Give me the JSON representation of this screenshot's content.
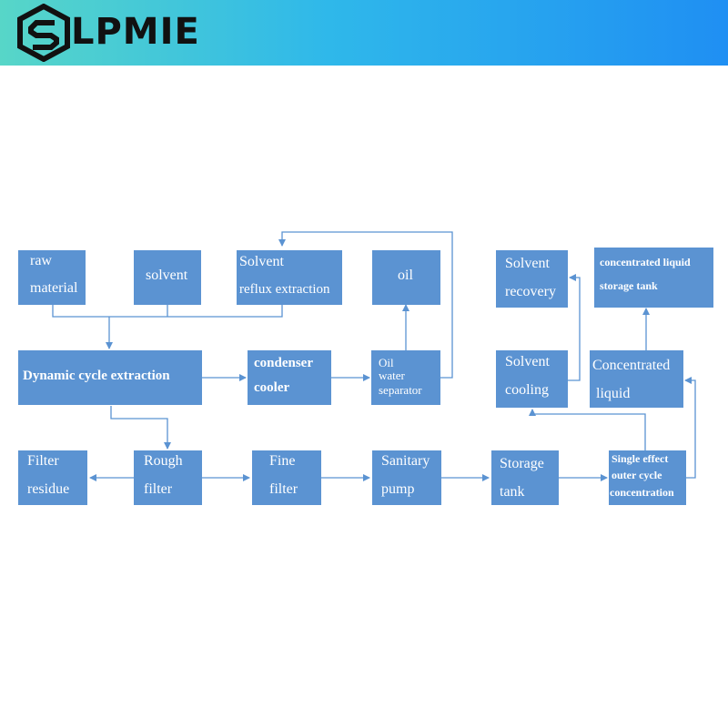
{
  "brand": {
    "name": "LPMIE",
    "logo_icon": "hexagon-s-logo-icon"
  },
  "colors": {
    "header_start": "#57d6c8",
    "header_end": "#1f8ff3",
    "box": "#5b93d2",
    "arrow": "#5b93d2"
  },
  "boxes": {
    "raw_material": {
      "line1": "raw",
      "line2": "material"
    },
    "solvent": {
      "label": "solvent"
    },
    "solvent_reflux": {
      "line1": "Solvent",
      "line2": "reflux extraction"
    },
    "oil": {
      "label": "oil"
    },
    "dynamic": {
      "label": "Dynamic cycle extraction"
    },
    "condenser": {
      "line1": "condenser",
      "line2": "cooler"
    },
    "separator": {
      "line1": "Oil",
      "line2": "water",
      "line3": "separator"
    },
    "solvent_recovery": {
      "line1": "Solvent",
      "line2": "recovery"
    },
    "conc_storage": {
      "line1": "concentrated liquid",
      "line2": "storage tank"
    },
    "solvent_cooling": {
      "line1": "Solvent",
      "line2": "cooling"
    },
    "concentrated": {
      "line1": "Concentrated",
      "line2": "liquid"
    },
    "filter_residue": {
      "line1": "Filter",
      "line2": "residue"
    },
    "rough_filter": {
      "line1": "Rough",
      "line2": "filter"
    },
    "fine_filter": {
      "line1": "Fine",
      "line2": "filter"
    },
    "sanitary_pump": {
      "line1": "Sanitary",
      "line2": "pump"
    },
    "storage_tank": {
      "line1": "Storage",
      "line2": "tank"
    },
    "single_effect": {
      "line1": "Single effect",
      "line2": "outer cycle",
      "line3": "concentration"
    }
  }
}
